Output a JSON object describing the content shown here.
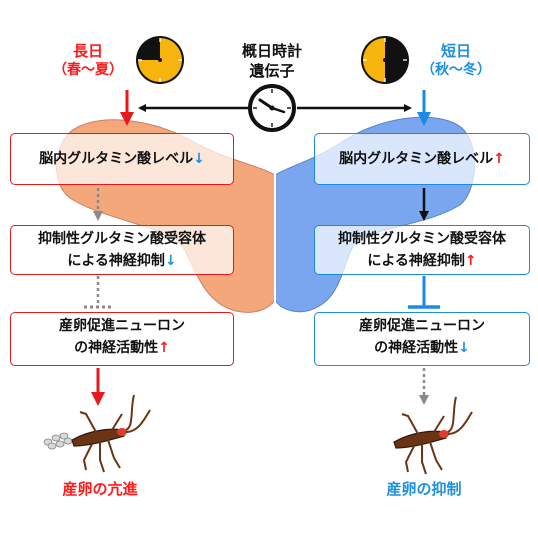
{
  "center_title": {
    "line1": "概日時計",
    "line2": "遺伝子"
  },
  "long_day": {
    "title": "長日",
    "subtitle": "（春〜夏）"
  },
  "short_day": {
    "title": "短日",
    "subtitle": "（秋〜冬）"
  },
  "left_boxes": {
    "glutamate": {
      "text": "脳内グルタミン酸レベル",
      "arrow": "↓"
    },
    "receptor": {
      "line1": "抑制性グルタミン酸受容体",
      "line2": "による神経抑制",
      "arrow": "↓"
    },
    "neuron": {
      "line1": "産卵促進ニューロン",
      "line2": "の神経活動性",
      "arrow": "↑"
    }
  },
  "right_boxes": {
    "glutamate": {
      "text": "脳内グルタミン酸レベル",
      "arrow": "↑"
    },
    "receptor": {
      "line1": "抑制性グルタミン酸受容体",
      "line2": "による神経抑制",
      "arrow": "↑"
    },
    "neuron": {
      "line1": "産卵促進ニューロン",
      "line2": "の神経活動性",
      "arrow": "↓"
    }
  },
  "outcomes": {
    "left": "産卵の亢進",
    "right": "産卵の抑制"
  },
  "colors": {
    "red": "#e8191c",
    "blue": "#1e88e5",
    "brain_left": "#f5a77c",
    "brain_right": "#7aa6ef",
    "clock_yellow": "#f6b40c"
  },
  "icons": [
    "clock-icon",
    "day-clock-long-icon",
    "day-clock-short-icon",
    "insect-icon",
    "eggs-icon"
  ]
}
